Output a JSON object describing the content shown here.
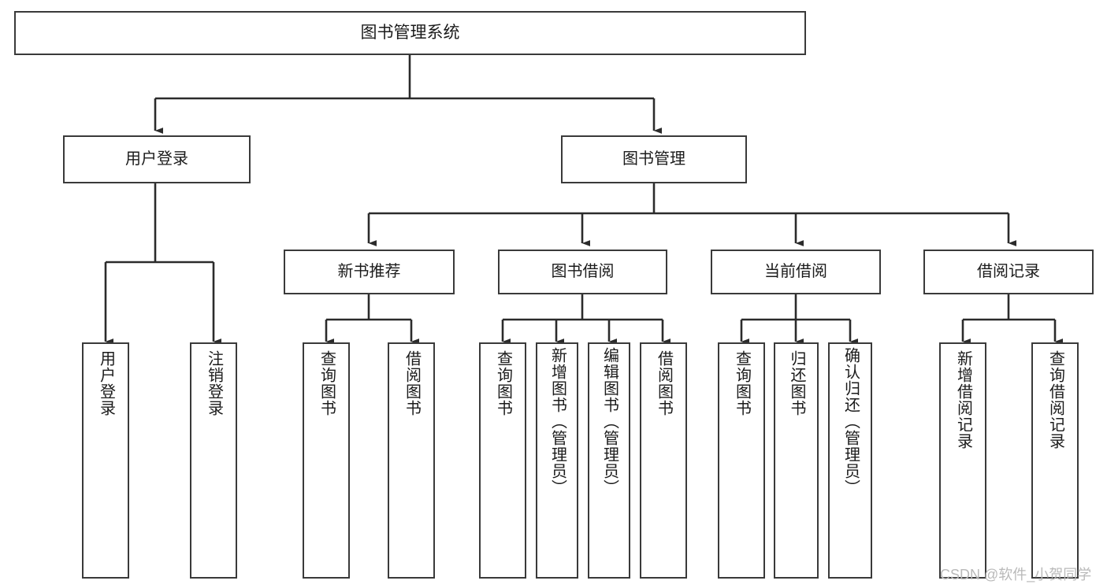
{
  "diagram": {
    "type": "tree-hierarchy-chart",
    "title": "图书管理系统",
    "background_color": "#ffffff",
    "line_color": "#3a3a3a",
    "text_color": "#1b1b1b",
    "watermark": "CSDN @软件_小贺同学",
    "nodes": {
      "root": {
        "label": "图书管理系统"
      },
      "level1": [
        {
          "id": "user-login",
          "label": "用户登录"
        },
        {
          "id": "book-management",
          "label": "图书管理"
        }
      ],
      "level2": [
        {
          "id": "new-book-recommend",
          "label": "新书推荐"
        },
        {
          "id": "book-borrow",
          "label": "图书借阅"
        },
        {
          "id": "current-borrow",
          "label": "当前借阅"
        },
        {
          "id": "borrow-record",
          "label": "借阅记录"
        }
      ],
      "leaves": {
        "user_login": [
          {
            "id": "leaf-user-login",
            "label": "用户登录"
          },
          {
            "id": "leaf-logout",
            "label": "注销登录"
          }
        ],
        "new_book_recommend": [
          {
            "id": "leaf-query-book-1",
            "label": "查询图书"
          },
          {
            "id": "leaf-borrow-book-1",
            "label": "借阅图书"
          }
        ],
        "book_borrow": [
          {
            "id": "leaf-query-book-2",
            "label": "查询图书"
          },
          {
            "id": "leaf-add-book",
            "label": "新增图书（管理员）"
          },
          {
            "id": "leaf-edit-book",
            "label": "编辑图书（管理员）"
          },
          {
            "id": "leaf-borrow-book-2",
            "label": "借阅图书"
          }
        ],
        "current_borrow": [
          {
            "id": "leaf-query-book-3",
            "label": "查询图书"
          },
          {
            "id": "leaf-return-book",
            "label": "归还图书"
          },
          {
            "id": "leaf-confirm-return",
            "label": "确认归还（管理员）"
          }
        ],
        "borrow_record": [
          {
            "id": "leaf-add-record",
            "label": "新增借阅记录"
          },
          {
            "id": "leaf-query-record",
            "label": "查询借阅记录"
          }
        ]
      }
    }
  }
}
